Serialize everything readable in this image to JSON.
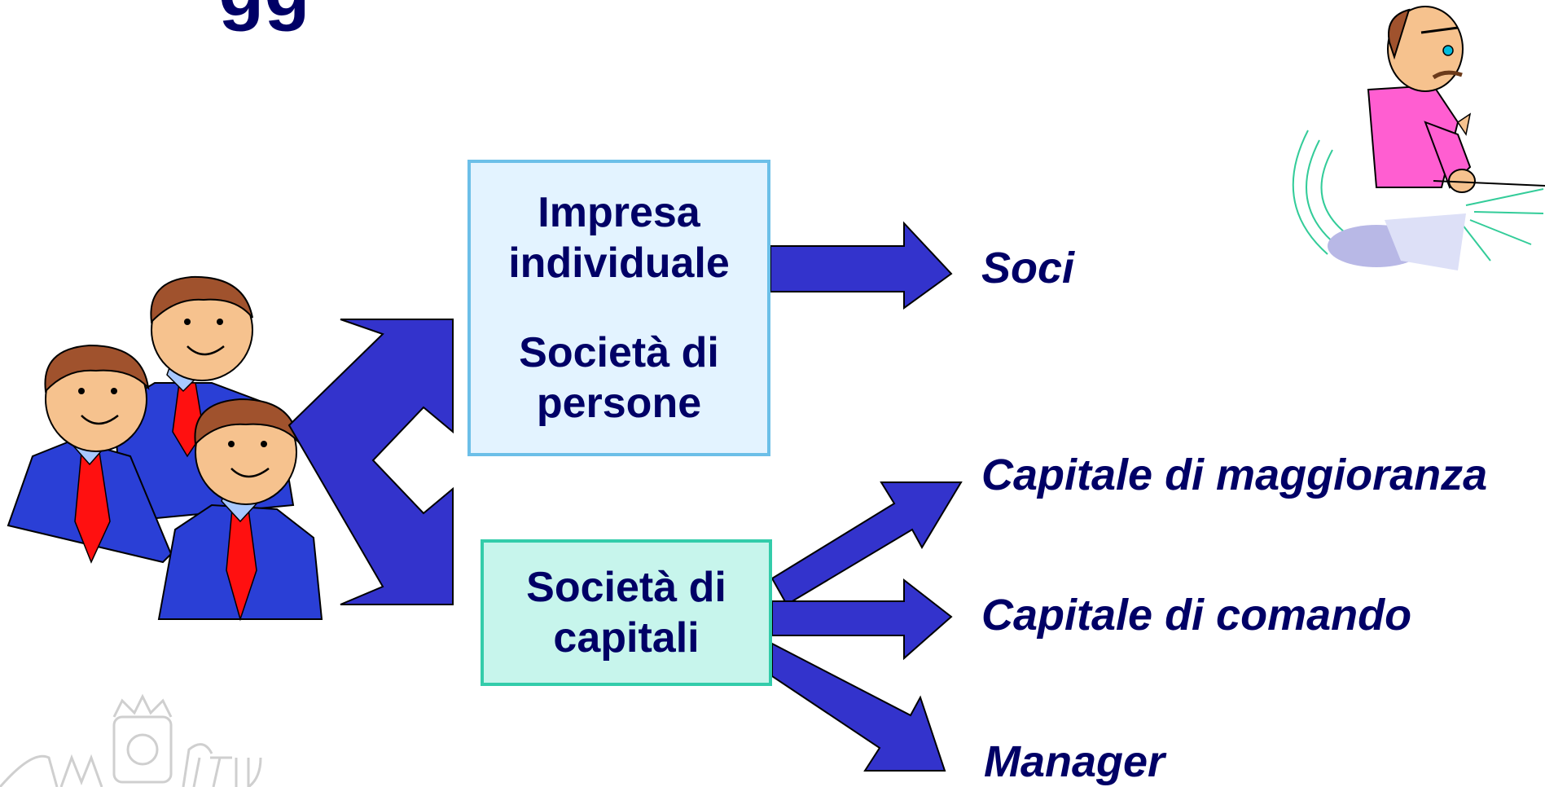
{
  "slide": {
    "title_fragment": "gg"
  },
  "diagram": {
    "box_top": {
      "line1": "Impresa",
      "line2": "individuale",
      "line3": "Società di",
      "line4": "persone"
    },
    "box_bottom": {
      "line1": "Società di",
      "line2": "capitali"
    },
    "outcomes": {
      "soci": "Soci",
      "capitale_maggioranza": "Capitale di maggioranza",
      "capitale_comando": "Capitale di comando",
      "manager": "Manager"
    }
  },
  "colors": {
    "arrow_fill": "#3333cc",
    "text": "#000066",
    "box_top_fill": "#e3f3ff",
    "box_top_border": "#6cbfe8",
    "box_bottom_fill": "#c7f5ec",
    "box_bottom_border": "#33ccaa"
  },
  "images": {
    "left_clipart": "three-businessmen-clipart",
    "right_clipart": "man-pounding-desk-clipart",
    "watermark": "university-seal-watermark"
  }
}
